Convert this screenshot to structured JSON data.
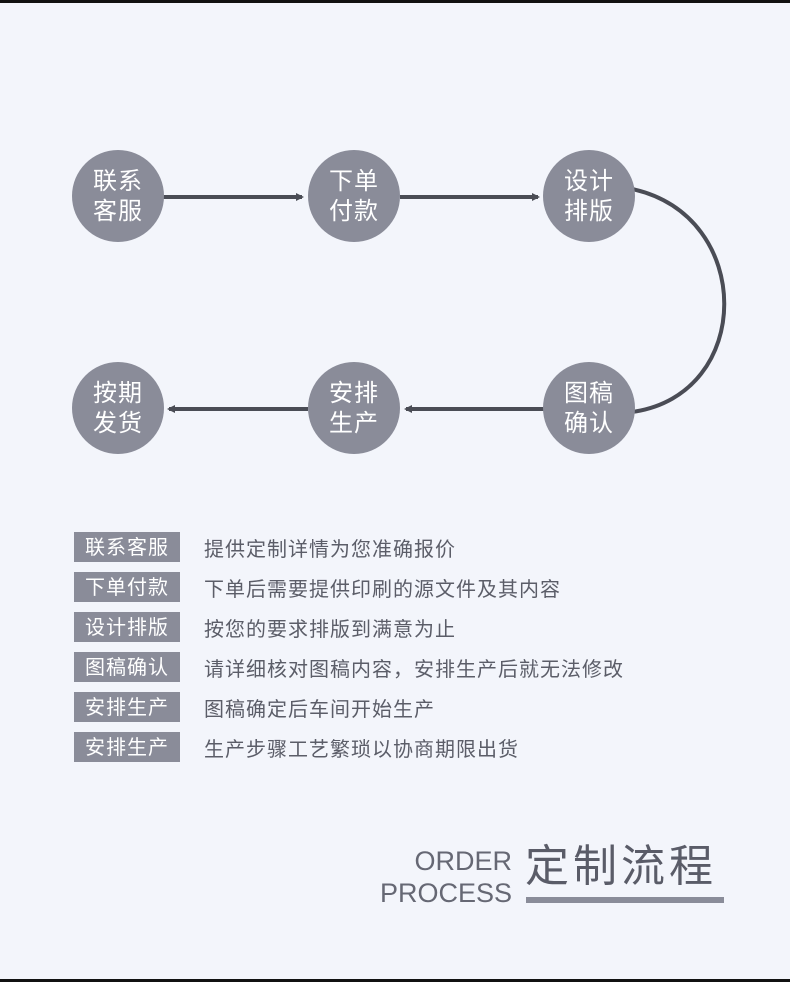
{
  "flow": {
    "nodes": [
      {
        "id": "contact",
        "line1": "联系",
        "line2": "客服"
      },
      {
        "id": "payment",
        "line1": "下单",
        "line2": "付款"
      },
      {
        "id": "design",
        "line1": "设计",
        "line2": "排版"
      },
      {
        "id": "confirm",
        "line1": "图稿",
        "line2": "确认"
      },
      {
        "id": "production",
        "line1": "安排",
        "line2": "生产"
      },
      {
        "id": "delivery",
        "line1": "按期",
        "line2": "发货"
      }
    ]
  },
  "steps": [
    {
      "tag": "联系客服",
      "desc": "提供定制详情为您准确报价"
    },
    {
      "tag": "下单付款",
      "desc": "下单后需要提供印刷的源文件及其内容"
    },
    {
      "tag": "设计排版",
      "desc": "按您的要求排版到满意为止"
    },
    {
      "tag": "图稿确认",
      "desc": "请详细核对图稿内容，安排生产后就无法修改"
    },
    {
      "tag": "安排生产",
      "desc": "图稿确定后车间开始生产"
    },
    {
      "tag": "安排生产",
      "desc": "生产步骤工艺繁琐以协商期限出货"
    }
  ],
  "footer": {
    "en_line1": "ORDER",
    "en_line2": "PROCESS",
    "zh_title": "定制流程"
  },
  "colors": {
    "background": "#f3f5fb",
    "node": "#8a8c99",
    "connector": "#4a4c55",
    "text": "#5b5d68"
  }
}
